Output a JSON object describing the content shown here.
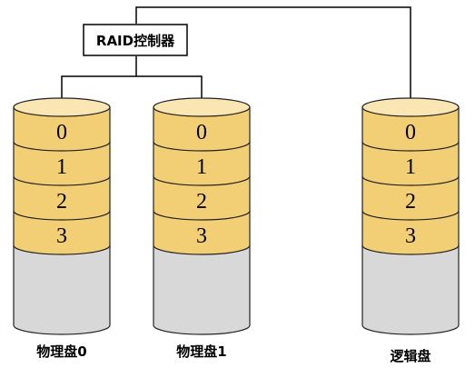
{
  "controller": {
    "label": "RAID控制器"
  },
  "disks": [
    {
      "name": "physical-disk-0",
      "label": "物理盘0",
      "blocks": [
        "0",
        "1",
        "2",
        "3"
      ]
    },
    {
      "name": "physical-disk-1",
      "label": "物理盘1",
      "blocks": [
        "0",
        "1",
        "2",
        "3"
      ]
    },
    {
      "name": "logical-disk",
      "label": "逻辑盘",
      "blocks": [
        "0",
        "1",
        "2",
        "3"
      ]
    }
  ],
  "colors": {
    "block_fill": "#f2cf75",
    "block_top": "#fae6b3",
    "empty_fill": "#d8d8d8",
    "stroke": "#222222",
    "line": "#000000"
  }
}
